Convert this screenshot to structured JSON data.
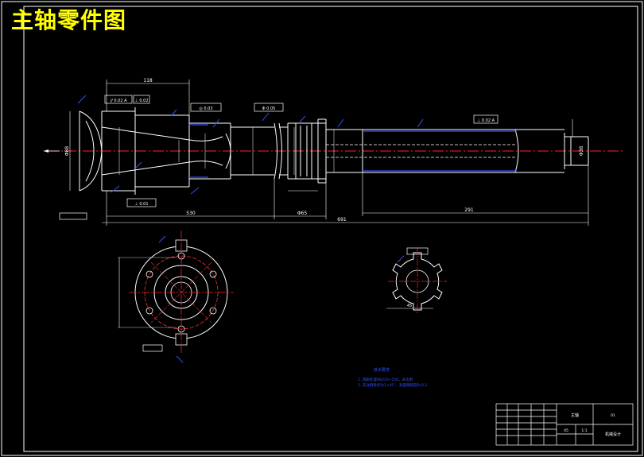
{
  "title": "主轴零件图",
  "dims": {
    "top_len": "118",
    "left_dia": "Φ88",
    "mid_len": "Φ65",
    "center_len": "530",
    "right_len": "291",
    "total_len": "691",
    "right_dia": "Φ38",
    "small_len": "45"
  },
  "tolerance_frames": {
    "f1": "// 0.02 A",
    "f2": "⊥ 0.02",
    "f3": "◎ 0.03",
    "f4": "Φ 0.05",
    "f5": "⊥ 0.02 A",
    "f6": "⊥ 0.01"
  },
  "notes": {
    "heading": "技术要求",
    "line1": "1. 调质处理HB220~250，去毛刺",
    "line2": "2. 未注倒角均为1×45°，表面粗糙度Ra3.2"
  },
  "title_block": {
    "name": "主轴",
    "material": "45",
    "school": "机械设计",
    "scale": "1:1",
    "sheet": "01"
  },
  "colors": {
    "outline": "#ffffff",
    "dimension": "#ffffff",
    "center_line": "#ff2020",
    "hatch": "#ff3030",
    "leader": "#3050ff",
    "title": "#ffff00"
  }
}
